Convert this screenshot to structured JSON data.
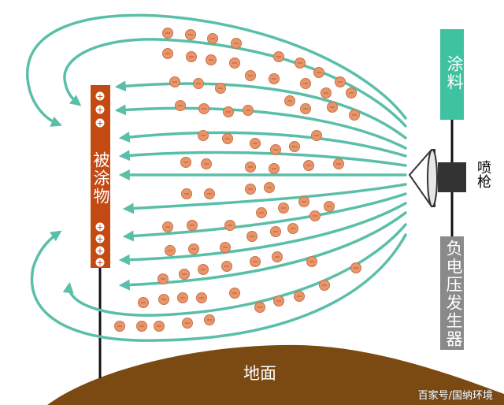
{
  "labels": {
    "workpiece": "被涂物",
    "coating": "涂料",
    "gun": "喷枪",
    "generator": "负电压发生器",
    "ground": "地面",
    "watermark": "百家号/国纳环境"
  },
  "colors": {
    "arrow": "#5abfa8",
    "particle_fill": "#e8956a",
    "particle_stroke": "#c9714a",
    "workpiece": "#c44a14",
    "coating_box": "#3fc2a0",
    "generator_box": "#8a8a8a",
    "ground": "#7a4a12",
    "gun": "#333333"
  },
  "workpiece_charges": [
    "+",
    "+",
    "+",
    "+",
    "+",
    "+",
    "+",
    "+"
  ],
  "icons": [
    "spray-gun-icon",
    "charged-particle-icon",
    "field-line-arrow-icon",
    "plus-charge-icon"
  ]
}
